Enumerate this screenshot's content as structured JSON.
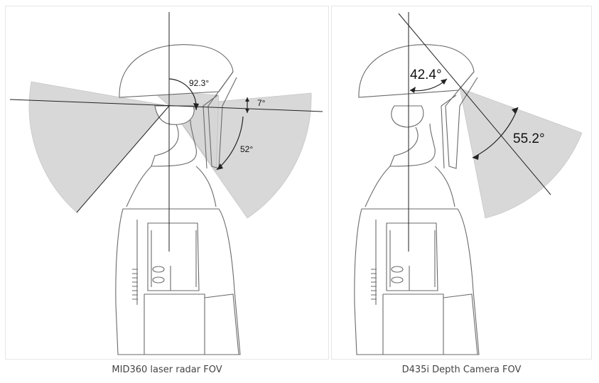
{
  "left_panel": {
    "caption": "MID360 laser radar FOV",
    "angles": {
      "vertical_fov": "92.3°",
      "up_tilt": "7°",
      "down_fov": "52°"
    }
  },
  "right_panel": {
    "caption": "D435i Depth Camera FOV",
    "angles": {
      "tilt_from_vertical": "42.4°",
      "fov": "55.2°"
    }
  },
  "colors": {
    "fov_fill": "#d6d6d6",
    "outline": "#6a6a6a",
    "caption_text": "#444444"
  }
}
